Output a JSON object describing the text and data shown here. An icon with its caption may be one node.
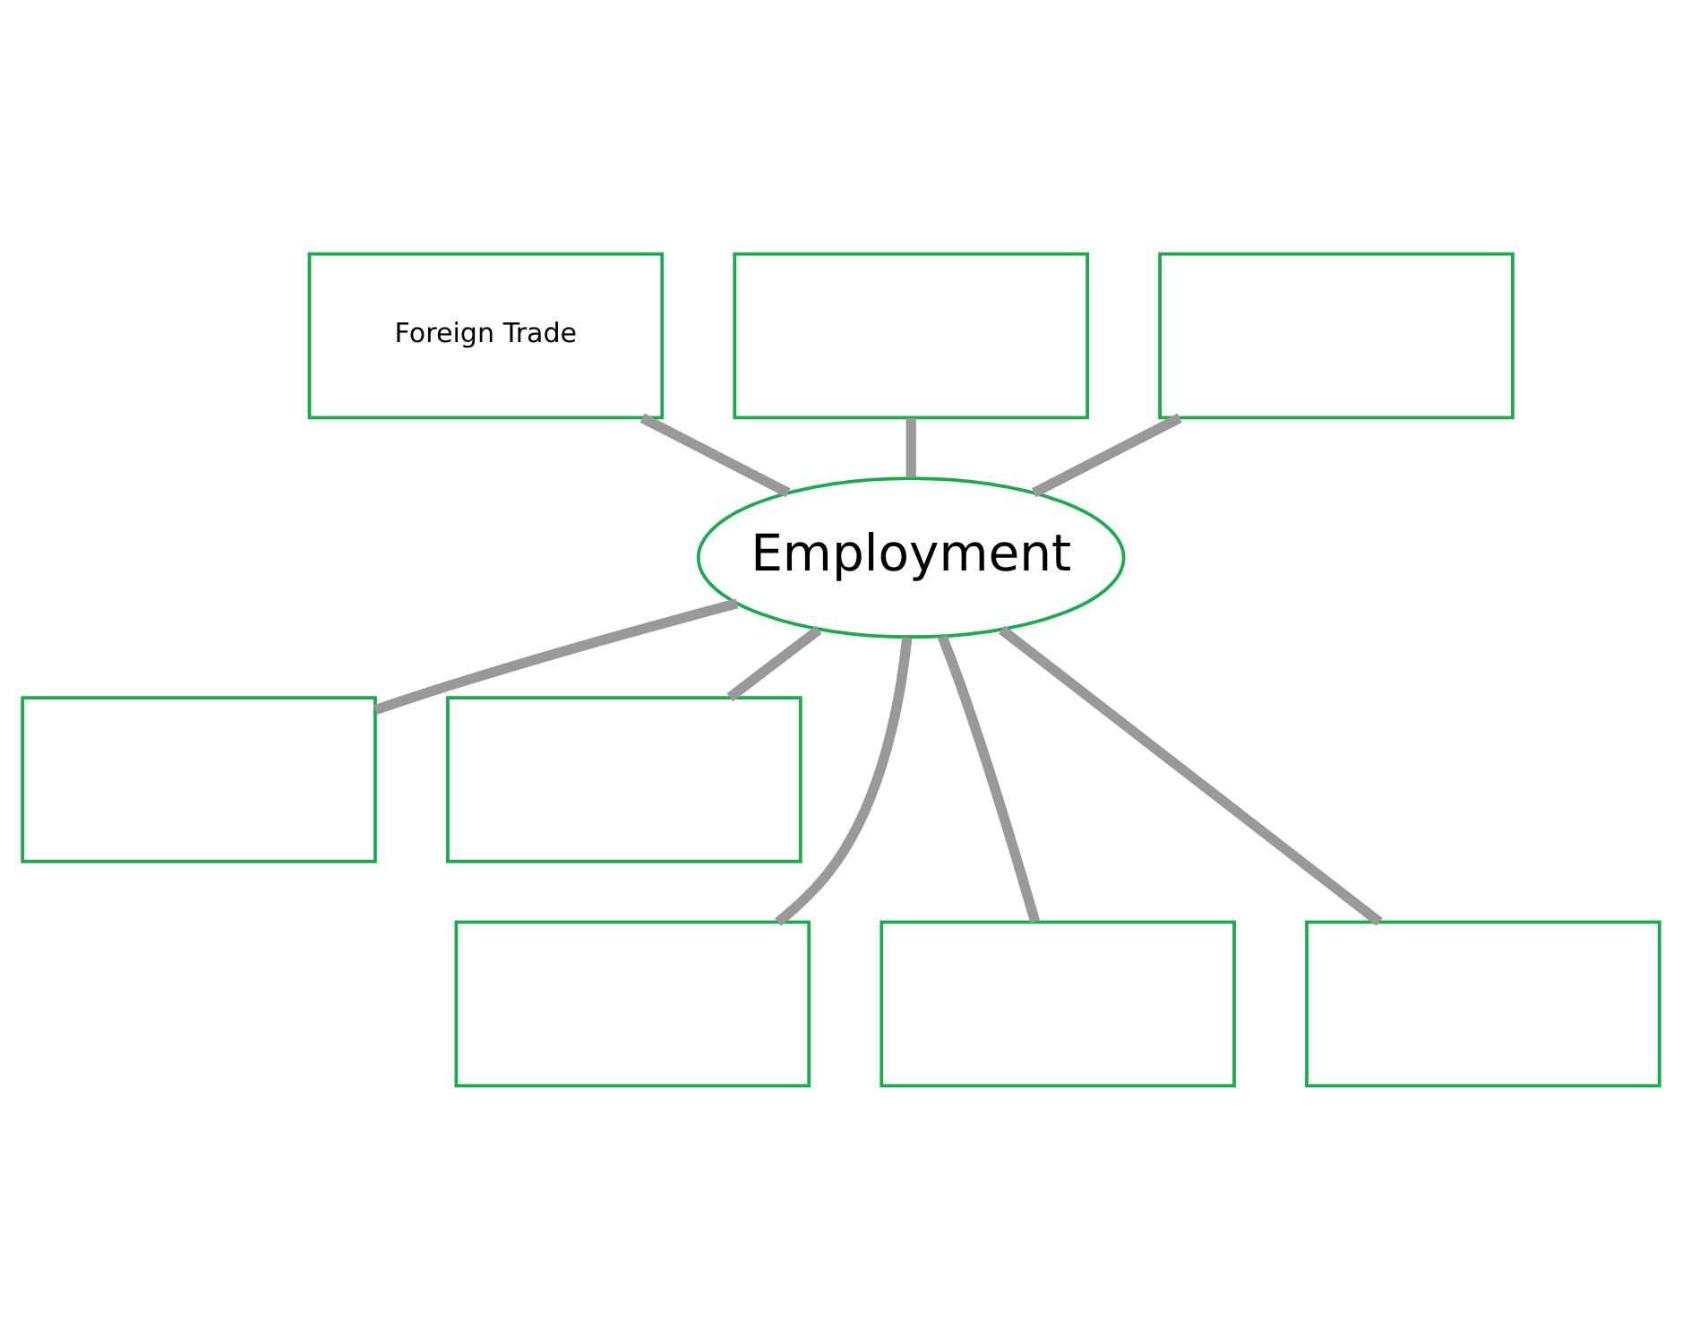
{
  "diagram": {
    "nodes": [
      {
        "text": [
          "Foreign Trade"
        ]
      },
      {
        "text": [],
        "shape": "box"
      },
      {
        "text": [],
        "shape": "box"
      },
      {
        "text": [
          "Employment"
        ]
      },
      {
        "text": [],
        "shape": "box"
      },
      {
        "text": [],
        "shape": "box"
      },
      {
        "text": [],
        "shape": "box"
      },
      {
        "text": [],
        "shape": "box"
      },
      {
        "text": [],
        "shape": "box"
      }
    ],
    "edges": [
      {
        "from": 3,
        "to": 0,
        "arrow": "none"
      },
      {
        "from": 3,
        "to": 1,
        "arrow": "none"
      },
      {
        "from": 3,
        "to": 2,
        "arrow": "none"
      },
      {
        "from": 3,
        "to": 4,
        "arrow": "none"
      },
      {
        "from": 3,
        "to": 5,
        "arrow": "none"
      },
      {
        "from": 3,
        "to": 6,
        "arrow": "none"
      },
      {
        "from": 3,
        "to": 7,
        "arrow": "none"
      },
      {
        "from": 3,
        "to": 8,
        "arrow": "none"
      }
    ]
  }
}
